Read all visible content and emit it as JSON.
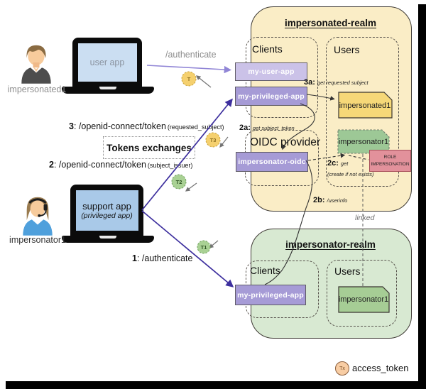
{
  "realm_top": {
    "title": "impersonated-realm",
    "clients_label": "Clients",
    "users_label": "Users",
    "oidc_label": "OIDC provider",
    "my_user_app": "my-user-app",
    "my_privileged_app": "my-privileged-app",
    "impersonator_oidc": "impersonator-oidc",
    "impersonated_user": "impersonated1",
    "impersonator_user": "impersonator1",
    "role_badge": "ROLE IMPERSONATION"
  },
  "realm_bottom": {
    "title": "impersonator-realm",
    "clients_label": "Clients",
    "users_label": "Users",
    "my_privileged_app": "my-privileged-app",
    "impersonator_user": "impersonator1"
  },
  "actors": {
    "impersonated": "impersonated1",
    "impersonator": "impersonator1"
  },
  "laptops": {
    "user_app": "user app",
    "support_app": "support app",
    "support_app_sub": "(privileged app)"
  },
  "flow": {
    "authenticate": "/authenticate",
    "step3_num": "3",
    "step3_text": ": /openid-connect/token",
    "step3_paren": "(requested_subject)",
    "tokens_exchanges": "Tokens exchanges",
    "step2_num": "2",
    "step2_text": ": /openid-connect/token",
    "step2_paren": "(subject_issuer)",
    "step1_num": "1",
    "step1_text": ": /authenticate",
    "step3a_num": "3a:",
    "step3a_text": "get requested subject",
    "step2a_num": "2a:",
    "step2a_text": "get subject_token",
    "step2c_num": "2c:",
    "step2c_text": "get",
    "step2c_paren": "(create if not exists)",
    "step2b_num": "2b:",
    "step2b_text": "/userinfo",
    "linked": "linked"
  },
  "badges": {
    "t": "T",
    "t3": "T3",
    "t2": "T2",
    "t1": "T1",
    "tx": "Tx"
  },
  "legend": {
    "label": "access_token"
  },
  "colors": {
    "realm_top_bg": "#FAEDC6",
    "realm_bottom_bg": "#D8E9D2",
    "client_light": "#CBC2E8",
    "client_dark": "#A69BD6",
    "user_yellow": "#F6D878",
    "user_green": "#A6CD95",
    "role_pink": "#E2919B",
    "arrow_indigo": "#3D2F9E",
    "arrow_lavender": "#9186D6"
  }
}
